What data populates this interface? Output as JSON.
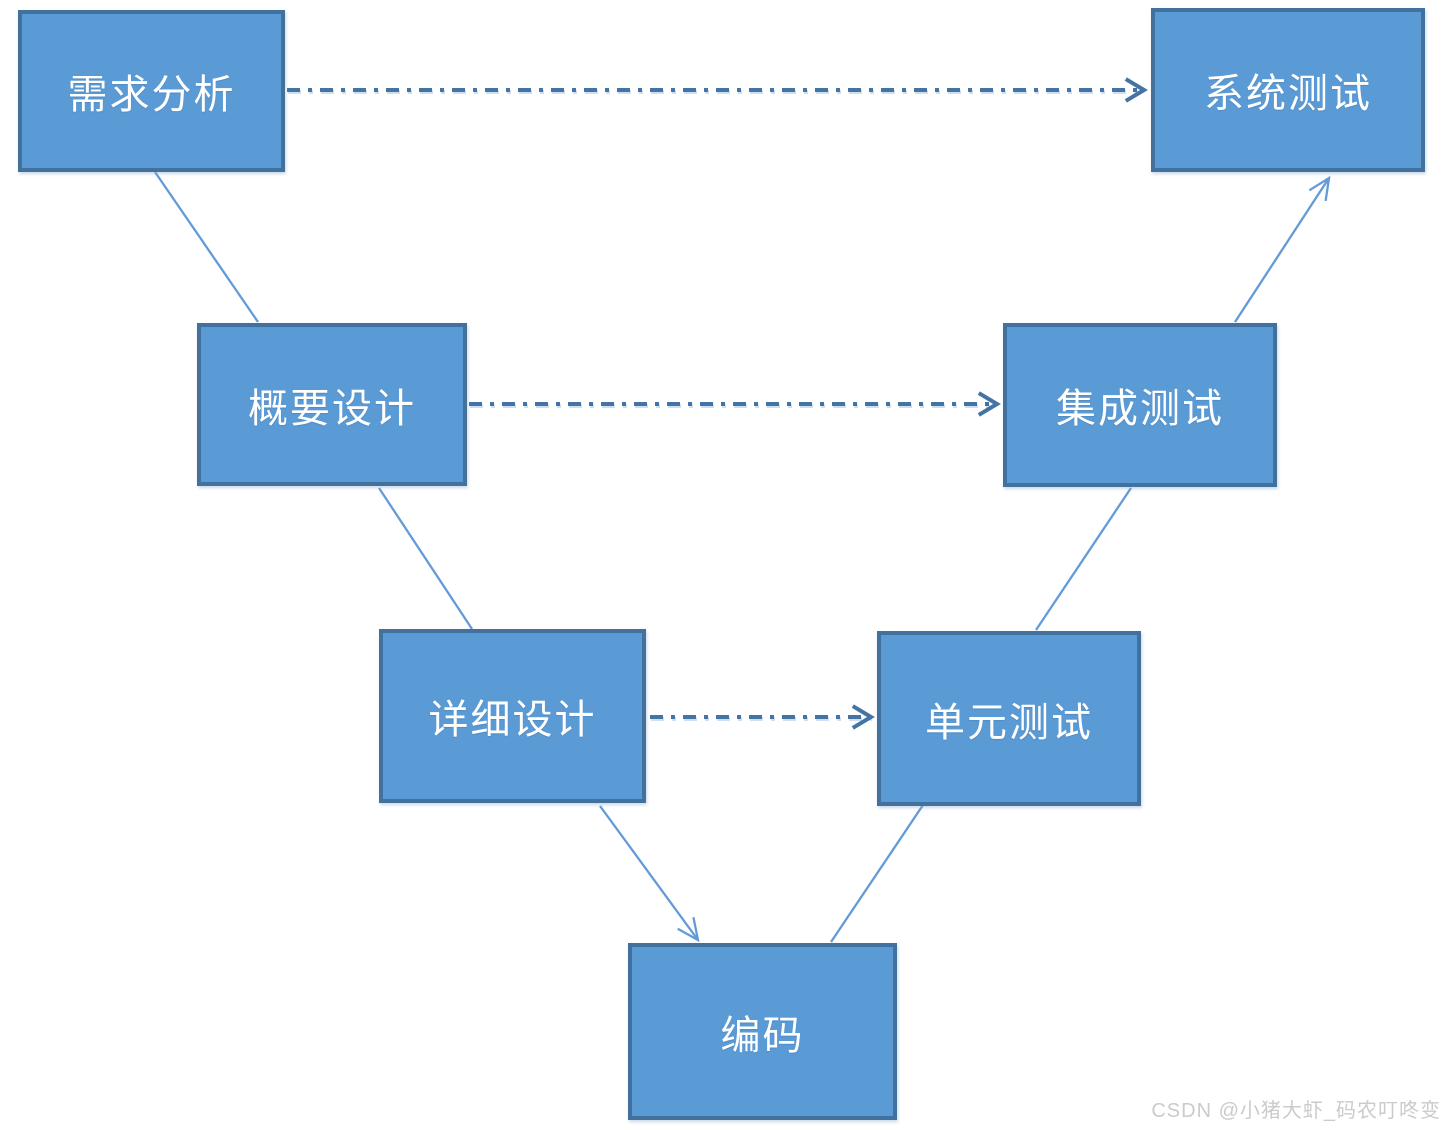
{
  "diagram": {
    "name": "software-v-model",
    "nodes": [
      {
        "id": "requirements-analysis",
        "label": "需求分析"
      },
      {
        "id": "preliminary-design",
        "label": "概要设计"
      },
      {
        "id": "detailed-design",
        "label": "详细设计"
      },
      {
        "id": "coding",
        "label": "编码"
      },
      {
        "id": "unit-testing",
        "label": "单元测试"
      },
      {
        "id": "integration-testing",
        "label": "集成测试"
      },
      {
        "id": "system-testing",
        "label": "系统测试"
      }
    ],
    "solid_edges": [
      {
        "from": "需求分析",
        "to": "概要设计",
        "arrowhead": false
      },
      {
        "from": "概要设计",
        "to": "详细设计",
        "arrowhead": false
      },
      {
        "from": "详细设计",
        "to": "编码",
        "arrowhead": true
      },
      {
        "from": "编码",
        "to": "单元测试",
        "arrowhead": false
      },
      {
        "from": "单元测试",
        "to": "集成测试",
        "arrowhead": false
      },
      {
        "from": "集成测试",
        "to": "系统测试",
        "arrowhead": true
      }
    ],
    "dashed_edges": [
      {
        "from": "需求分析",
        "to": "系统测试",
        "arrowhead": true
      },
      {
        "from": "概要设计",
        "to": "集成测试",
        "arrowhead": true
      },
      {
        "from": "详细设计",
        "to": "单元测试",
        "arrowhead": true
      }
    ],
    "colors": {
      "node_fill": "#5B9BD5",
      "node_border": "#41719C",
      "solid_edge": "#629BD8",
      "dashed_edge": "#4474A4",
      "dashed_edge_shadow": "#C8DCF0",
      "label_text": "#FFFFFF"
    }
  },
  "watermark": {
    "text": "CSDN @小猪大虾_码农叮咚变"
  }
}
